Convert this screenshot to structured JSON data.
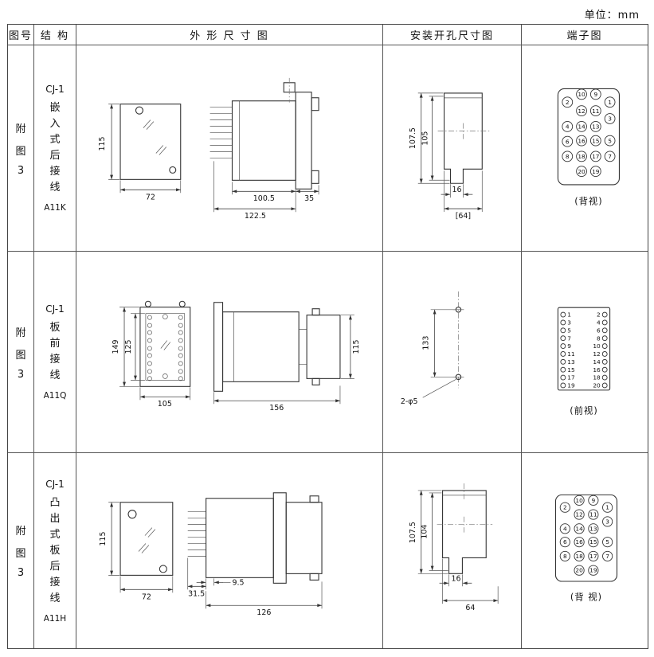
{
  "unit_label": "单位：mm",
  "colors": {
    "ink": "#1a1a1a",
    "paper": "#ffffff"
  },
  "headers": {
    "fig_no": "图号",
    "structure": "结 构",
    "outline": "外 形 尺 寸 图",
    "mounting": "安装开孔尺寸图",
    "terminal": "端子图"
  },
  "rows": [
    {
      "fig": [
        "附",
        "图",
        "3"
      ],
      "structure": {
        "model": "CJ-1",
        "chars": [
          "嵌",
          "入",
          "式",
          "后",
          "接",
          "线"
        ],
        "code": "A11K"
      },
      "outline": {
        "h": "115",
        "w": "72",
        "body": "100.5",
        "total": "122.5",
        "flange": "35"
      },
      "mounting": {
        "h1": "107.5",
        "h2": "105",
        "w1": "16",
        "w2": "[64]"
      },
      "terminal": {
        "view": "(背视)",
        "n1": "1",
        "n2": "2",
        "n3": "3",
        "n4": "4",
        "n5": "5",
        "n6": "6",
        "n7": "7",
        "n8": "8",
        "n9": "9",
        "n10": "10",
        "n11": "11",
        "n12": "12",
        "n13": "13",
        "n14": "14",
        "n15": "15",
        "n16": "16",
        "n17": "17",
        "n18": "18",
        "n19": "19",
        "n20": "20"
      }
    },
    {
      "fig": [
        "附",
        "图",
        "3"
      ],
      "structure": {
        "model": "CJ-1",
        "chars": [
          "板",
          "前",
          "接",
          "线"
        ],
        "code": "A11Q"
      },
      "outline": {
        "h1": "149",
        "h2": "125",
        "w": "105",
        "len": "156",
        "side_h": "115"
      },
      "mounting": {
        "span": "133",
        "holes": "2-φ5"
      },
      "terminal": {
        "view": "(前视)",
        "left": [
          "1",
          "3",
          "5",
          "7",
          "9",
          "11",
          "13",
          "15",
          "17",
          "19"
        ],
        "right": [
          "2",
          "4",
          "6",
          "8",
          "10",
          "12",
          "14",
          "16",
          "18",
          "20"
        ]
      }
    },
    {
      "fig": [
        "附",
        "图",
        "3"
      ],
      "structure": {
        "model": "CJ-1",
        "chars": [
          "凸",
          "出",
          "式",
          "板",
          "后",
          "接",
          "线"
        ],
        "code": "A11H"
      },
      "outline": {
        "h": "115",
        "w": "72",
        "pins": "31.5",
        "gap": "9.5",
        "len": "126"
      },
      "mounting": {
        "h1": "107.5",
        "h2": "104",
        "w1": "16",
        "w2": "64"
      },
      "terminal": {
        "view": "(背 视)",
        "n1": "1",
        "n2": "2",
        "n3": "3",
        "n4": "4",
        "n5": "5",
        "n6": "6",
        "n7": "7",
        "n8": "8",
        "n9": "9",
        "n10": "10",
        "n11": "11",
        "n12": "12",
        "n13": "13",
        "n14": "14",
        "n15": "15",
        "n16": "16",
        "n17": "17",
        "n18": "18",
        "n19": "19",
        "n20": "20"
      }
    }
  ]
}
